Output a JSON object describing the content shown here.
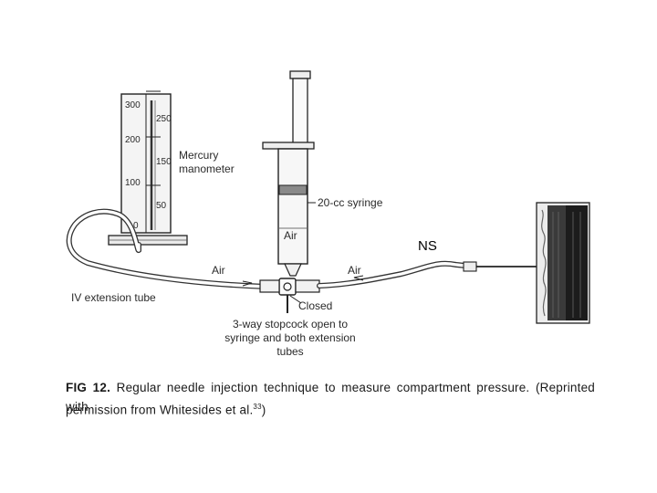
{
  "labels": {
    "manometer": [
      "Mercury",
      "manometer"
    ],
    "syringe": "20-cc syringe",
    "syringe_air": "Air",
    "ns": "NS",
    "air_left": "Air",
    "air_right": "Air",
    "tube": "IV extension tube",
    "closed": "Closed",
    "stopcock": [
      "3-way stopcock open to",
      "syringe and both extension",
      "tubes"
    ]
  },
  "scale_left": [
    "300",
    "200",
    "100",
    "0"
  ],
  "scale_right": [
    "250",
    "150",
    "50"
  ],
  "caption": {
    "fig": "FIG 12.",
    "line1": " Regular needle injection technique to measure compartment pressure. (Reprinted with",
    "line2": "permission from Whitesides et al.",
    "ref": "33",
    "close": ")"
  }
}
